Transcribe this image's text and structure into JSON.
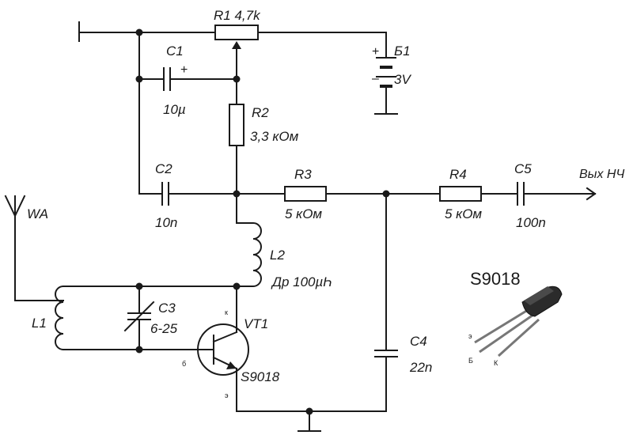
{
  "labels": {
    "r1": "R1 4,7k",
    "c1": "C1",
    "c1_plus": "+",
    "c1_value": "10µ",
    "b1": "Б1",
    "b1_plus": "+",
    "b1_minus": "–",
    "b1_voltage": "3V",
    "r2": "R2",
    "r2_value": "3,3 кОм",
    "c2": "C2",
    "c2_value": "10n",
    "r3": "R3",
    "r3_value": "5 кОм",
    "r4": "R4",
    "r4_value": "5 кОм",
    "c5": "C5",
    "c5_value": "100n",
    "output": "Вых НЧ",
    "antenna": "WA",
    "l2": "L2",
    "l2_value": "Др 100µҺ",
    "l1": "L1",
    "c3": "C3",
    "c3_value": "6-25",
    "vt1": "VT1",
    "vt1_type": "S9018",
    "pin_k": "к",
    "pin_b": "б",
    "pin_e": "э",
    "c4": "C4",
    "c4_value": "22n",
    "package_title": "S9018",
    "pkg_pin_e": "э",
    "pkg_pin_b": "Б",
    "pkg_pin_k": "К"
  }
}
